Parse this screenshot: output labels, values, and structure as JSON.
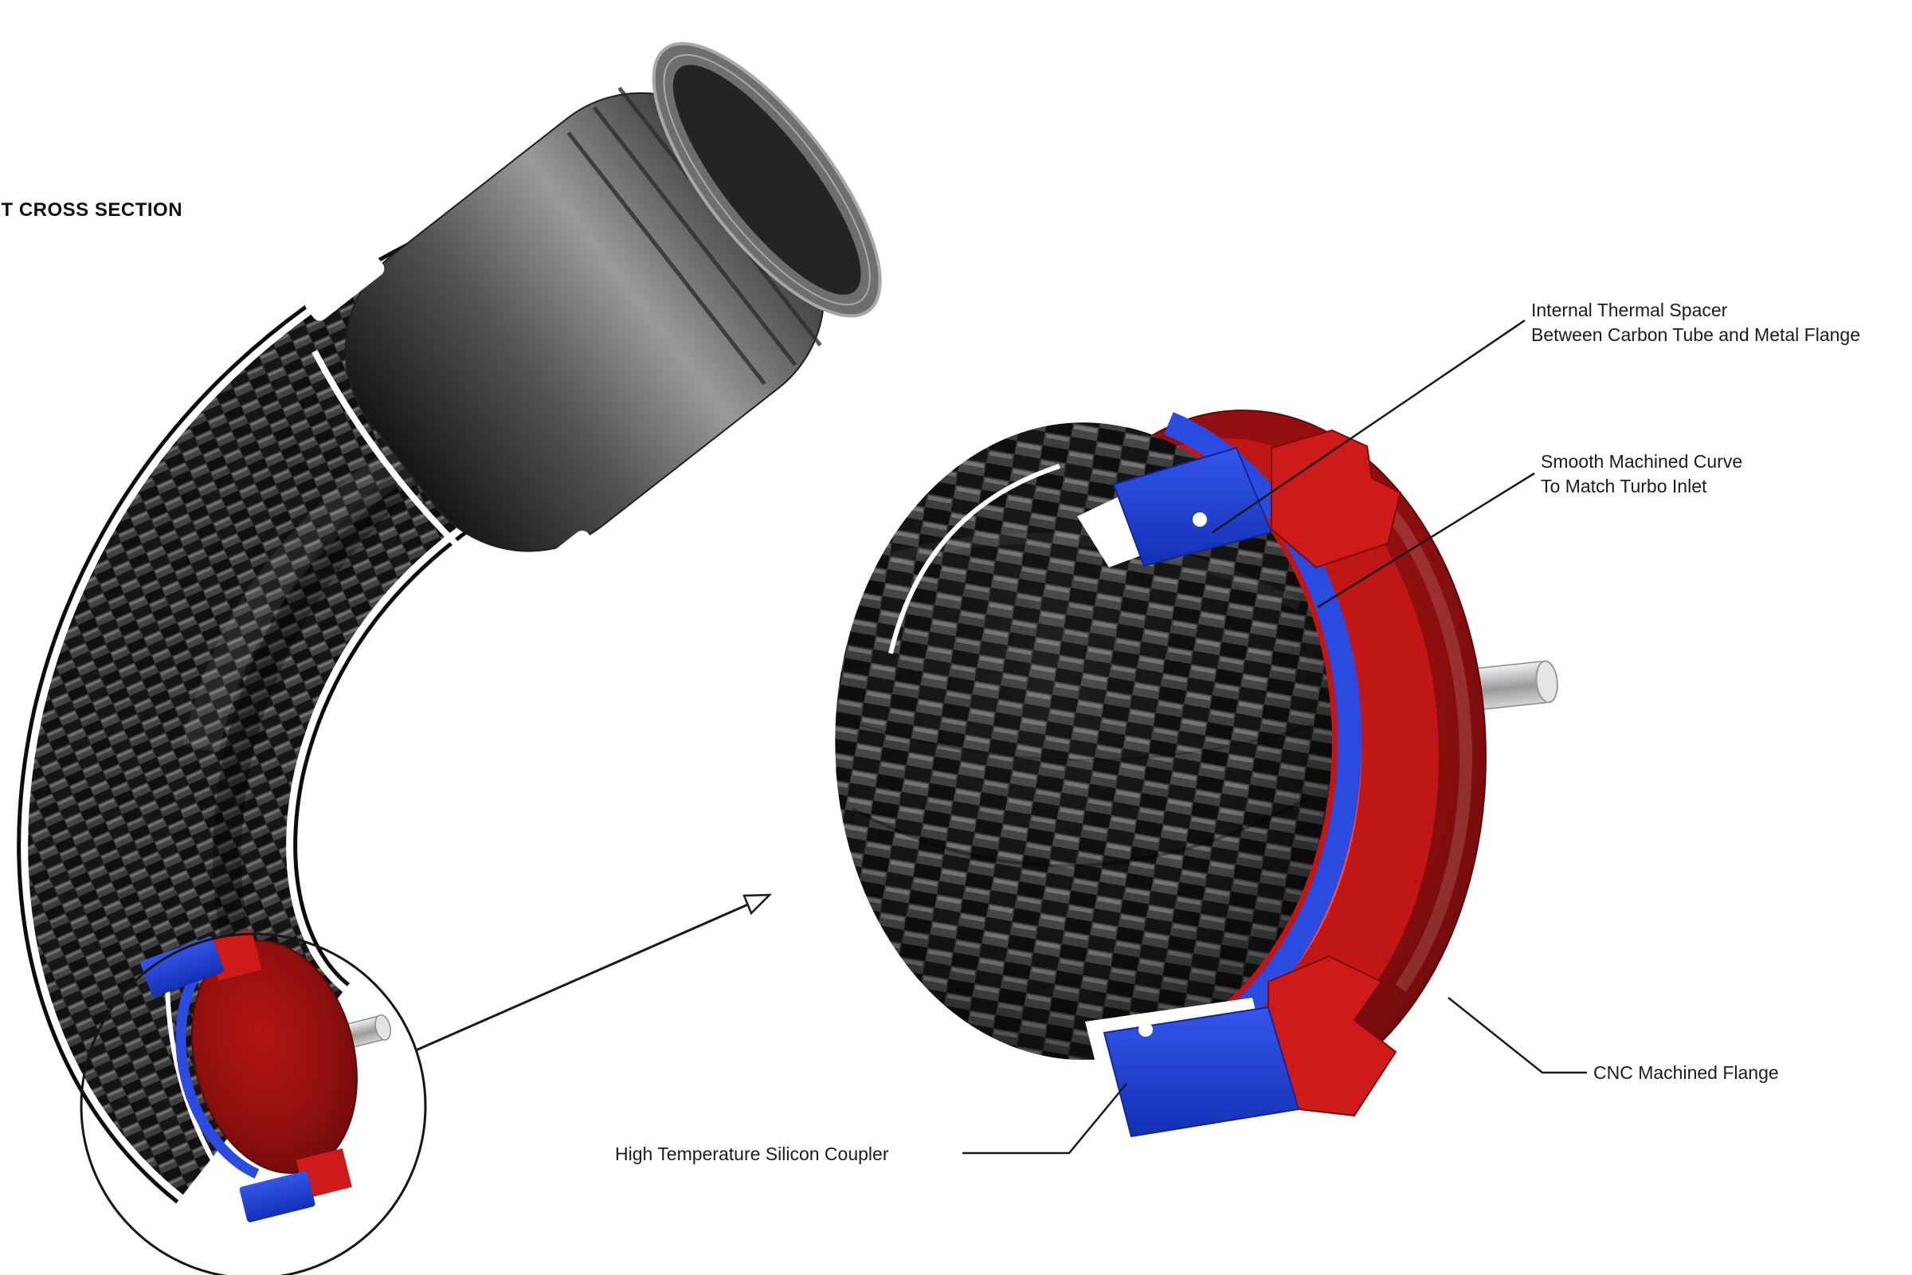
{
  "page": {
    "background": "#ffffff"
  },
  "title": "ET CROSS SECTION",
  "labels": {
    "thermal_spacer_line1": "Internal Thermal Spacer",
    "thermal_spacer_line2": "Between Carbon Tube and Metal Flange",
    "machined_curve_line1": "Smooth Machined Curve",
    "machined_curve_line2": "To Match Turbo Inlet",
    "cnc_flange": "CNC Machined Flange",
    "silicon_coupler": "High Temperature Silicon Coupler"
  },
  "colors": {
    "flange_red_bright": "#cf1a1a",
    "flange_red_dark": "#8e0f0f",
    "coupler_blue": "#2a4ae0",
    "carbon_black": "#0b0b0b",
    "metal_gray": "#9a9a9a",
    "leader_line": "#1a1a1a",
    "background": "#ffffff"
  }
}
